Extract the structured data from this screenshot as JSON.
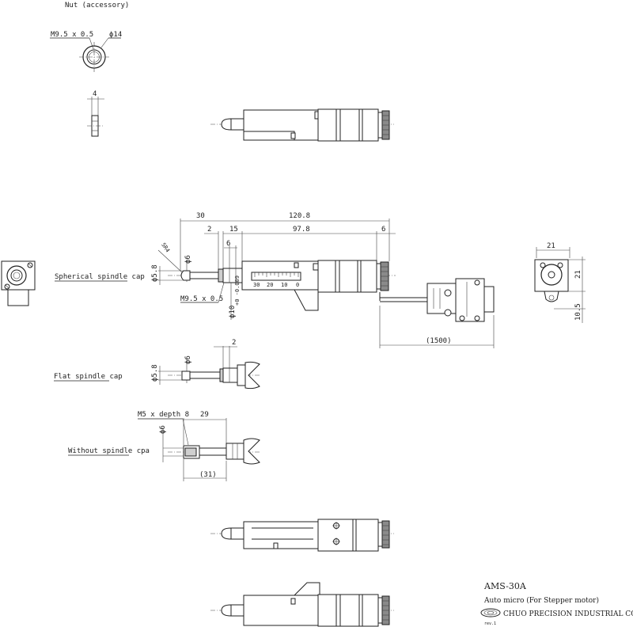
{
  "nut_section": {
    "title": "Nut (accessory)",
    "thread_label": "M9.5 x 0.5",
    "diameter_label": "ϕ14",
    "thickness_label": "4"
  },
  "main_view": {
    "dim_30": "30",
    "dim_120_8": "120.8",
    "dim_2": "2",
    "dim_15": "15",
    "dim_97_8": "97.8",
    "dim_6_right": "6",
    "dim_6_inner": "6",
    "dim_sr4": "SR4",
    "dim_phi6": "ϕ6",
    "dim_phi5_8": "ϕ5.8",
    "thread_label": "M9.5 x 0.5",
    "phi10_label": "ϕ10",
    "phi10_tol": "+0 -0.009",
    "scale_labels": [
      "30",
      "20",
      "10",
      "0"
    ],
    "cable_length": "(1500)"
  },
  "cap_labels": {
    "spherical": "Spherical spindle cap",
    "flat": "Flat spindle cap",
    "without": "Without spindle cpa"
  },
  "flat_view": {
    "dim_2": "2",
    "dim_phi6": "ϕ6",
    "dim_phi5_8": "ϕ5.8"
  },
  "without_view": {
    "thread_label": "M5 x depth 8",
    "dim_29": "29",
    "dim_phi6": "ϕ6",
    "dim_31": "(31)"
  },
  "end_view": {
    "dim_21_top": "21",
    "dim_21_side": "21",
    "dim_10_5": "10.5"
  },
  "title_block": {
    "model": "AMS-30A",
    "description": "Auto micro (For Stepper motor)",
    "company": "CHUO PRECISION INDUSTRIAL CO.,LTD.",
    "rev": "rev.1"
  }
}
